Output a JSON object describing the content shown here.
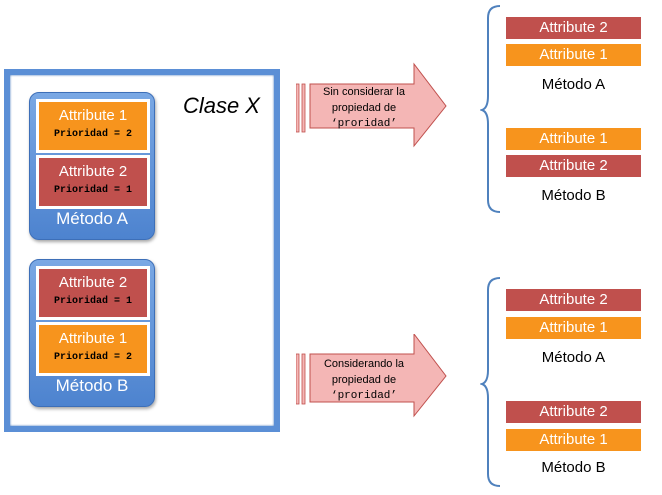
{
  "class_name": "Clase X",
  "methods": [
    {
      "label": "Método A",
      "attributes": [
        {
          "name": "Attribute 1",
          "priority": "Prioridad = 2"
        },
        {
          "name": "Attribute 2",
          "priority": "Prioridad = 1"
        }
      ]
    },
    {
      "label": "Método B",
      "attributes": [
        {
          "name": "Attribute 2",
          "priority": "Prioridad = 1"
        },
        {
          "name": "Attribute 1",
          "priority": "Prioridad = 2"
        }
      ]
    }
  ],
  "arrows": [
    {
      "line1": "Sin considerar la",
      "line2": "propiedad de",
      "line3": "‘proridad’"
    },
    {
      "line1": "Considerando la",
      "line2": "propiedad de",
      "line3": "‘proridad’"
    }
  ],
  "results": [
    {
      "groups": [
        {
          "items": [
            "Attribute 2",
            "Attribute 1"
          ],
          "label": "Método A"
        },
        {
          "items": [
            "Attribute 1",
            "Attribute 2"
          ],
          "label": "Método B"
        }
      ]
    },
    {
      "groups": [
        {
          "items": [
            "Attribute 2",
            "Attribute 1"
          ],
          "label": "Método A"
        },
        {
          "items": [
            "Attribute 2",
            "Attribute 1"
          ],
          "label": "Método B"
        }
      ]
    }
  ],
  "colors": {
    "frame": "#5b8fd6",
    "method": "#4d83cf",
    "attribute_1": "#f7941d",
    "attribute_2": "#c0504d",
    "arrow": "#f4b6b5"
  }
}
